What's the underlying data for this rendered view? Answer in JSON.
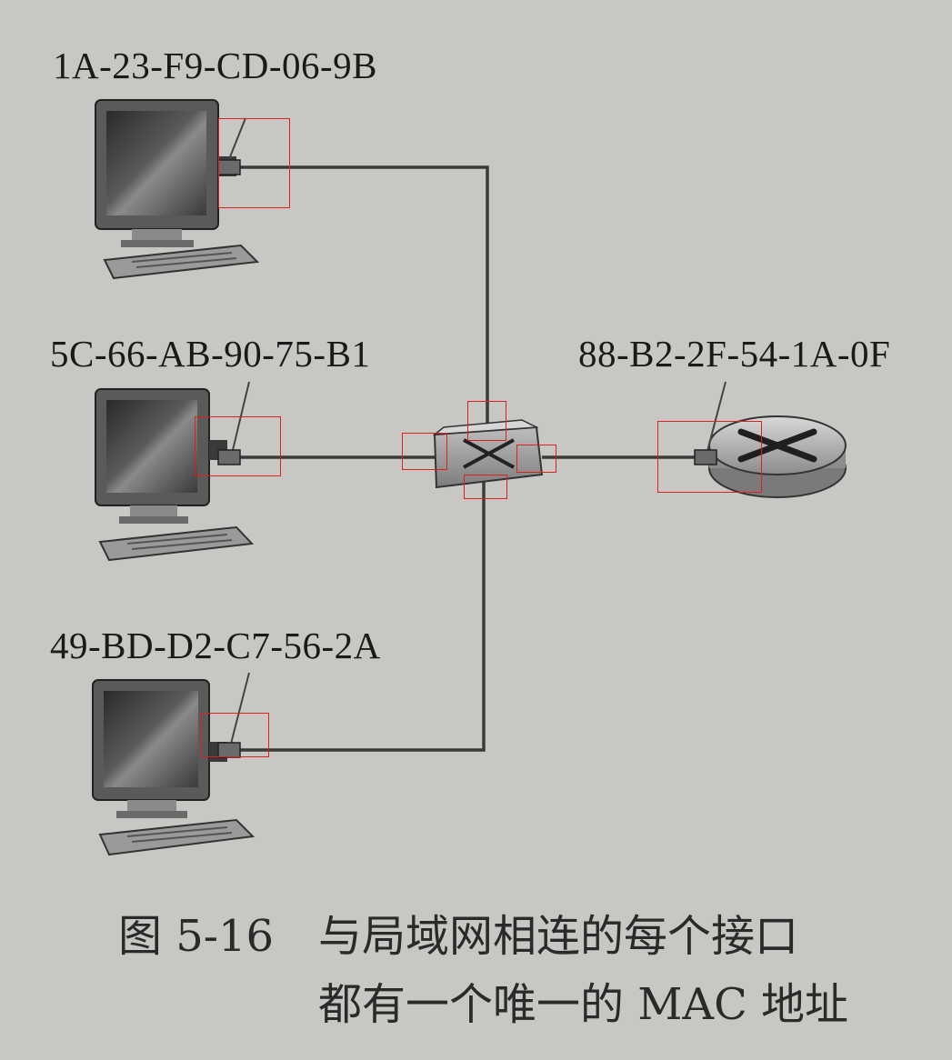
{
  "mac_addresses": {
    "host_top": "1A-23-F9-CD-06-9B",
    "host_middle": "5C-66-AB-90-75-B1",
    "host_bottom": "49-BD-D2-C7-56-2A",
    "router": "88-B2-2F-54-1A-0F"
  },
  "caption": {
    "figure_number": "图 5-16",
    "line1": "与局域网相连的每个接口",
    "line2": "都有一个唯一的 MAC 地址"
  },
  "colors": {
    "background": "#c9c7c4",
    "highlight_box": "#e0201c",
    "line": "#3a3a3a"
  }
}
